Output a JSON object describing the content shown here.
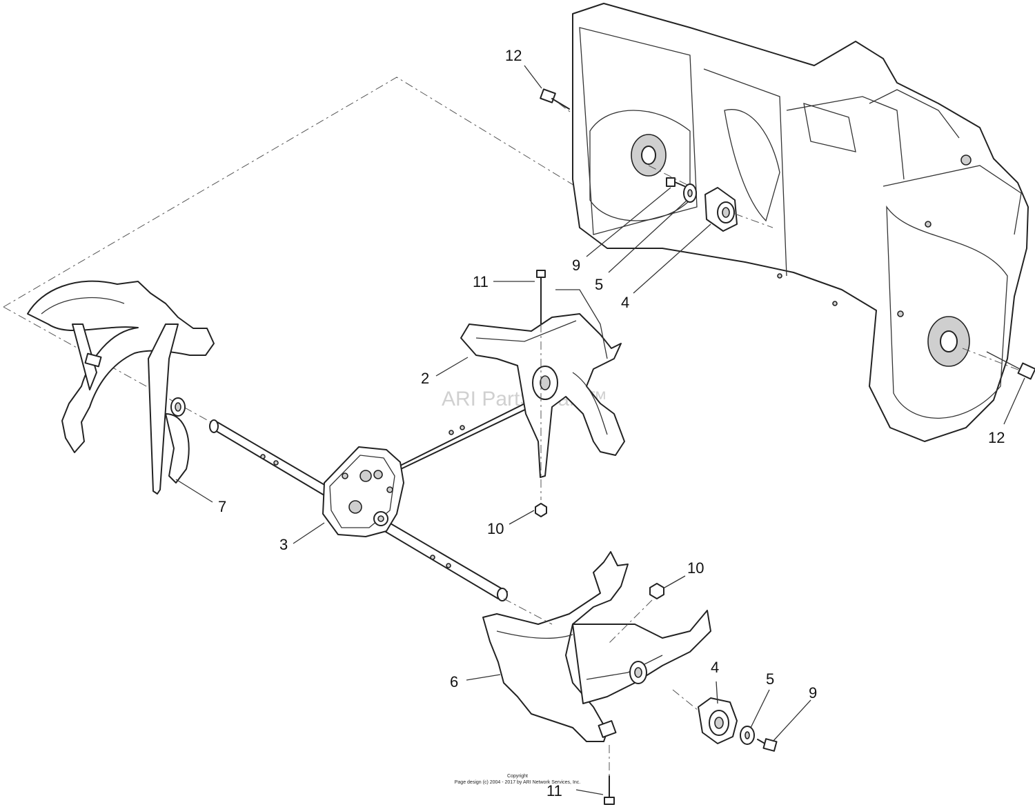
{
  "watermark": "ARI PartStream™",
  "copyright": {
    "line1": "Copyright",
    "line2": "Page design (c) 2004 - 2017 by ARI Network Services, Inc."
  },
  "callouts": [
    {
      "id": "c12a",
      "text": "12"
    },
    {
      "id": "c9a",
      "text": "9"
    },
    {
      "id": "c5a",
      "text": "5"
    },
    {
      "id": "c4a",
      "text": "4"
    },
    {
      "id": "c11a",
      "text": "11"
    },
    {
      "id": "c2",
      "text": "2"
    },
    {
      "id": "c12b",
      "text": "12"
    },
    {
      "id": "c7",
      "text": "7"
    },
    {
      "id": "c10a",
      "text": "10"
    },
    {
      "id": "c3",
      "text": "3"
    },
    {
      "id": "c10b",
      "text": "10"
    },
    {
      "id": "c4b",
      "text": "4"
    },
    {
      "id": "c5b",
      "text": "5"
    },
    {
      "id": "c9b",
      "text": "9"
    },
    {
      "id": "c6",
      "text": "6"
    },
    {
      "id": "c11b",
      "text": "11"
    }
  ]
}
